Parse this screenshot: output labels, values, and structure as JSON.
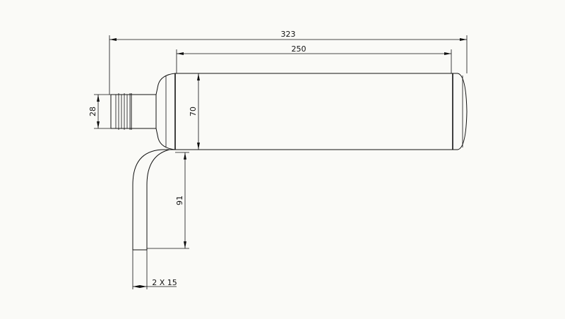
{
  "drawing": {
    "background_color": "#fafaf7",
    "line_color": "#111111",
    "dimensions": {
      "overall_length": "323",
      "body_length": "250",
      "body_diameter": "70",
      "neck_diameter": "28",
      "outlet_height": "91",
      "outlet_pipe": "2 X 15"
    }
  }
}
